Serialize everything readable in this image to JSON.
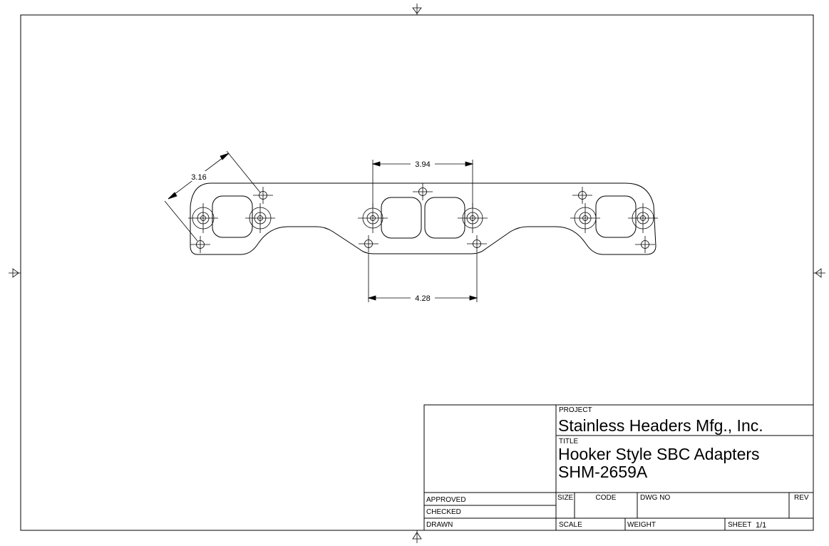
{
  "dimensions": {
    "diagonal": "3.16",
    "top_center": "3.94",
    "bottom_center": "4.28"
  },
  "title_block": {
    "project_label": "PROJECT",
    "project_value": "Stainless Headers Mfg., Inc.",
    "title_label": "TITLE",
    "title_line1": "Hooker Style SBC Adapters",
    "title_line2": "SHM-2659A",
    "approved_label": "APPROVED",
    "checked_label": "CHECKED",
    "drawn_label": "DRAWN",
    "size_label": "SIZE",
    "code_label": "CODE",
    "dwg_no_label": "DWG NO",
    "rev_label": "REV",
    "scale_label": "SCALE",
    "weight_label": "WEIGHT",
    "sheet_label": "SHEET",
    "sheet_value": "1/1"
  }
}
